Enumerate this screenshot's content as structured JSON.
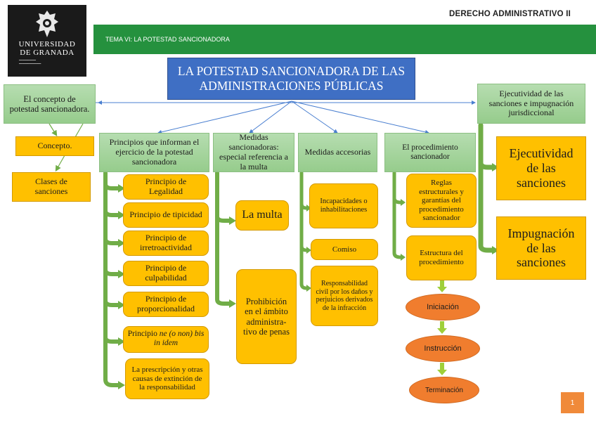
{
  "header": {
    "university_line1": "UNIVERSIDAD",
    "university_line2": "DE GRANADA",
    "course": "DERECHO ADMINISTRATIVO II",
    "topic": "TEMA VI: LA POTESTAD SANCIONADORA"
  },
  "title": "LA POTESTAD SANCIONADORA DE LAS ADMINISTRACIONES PÚBLICAS",
  "left": {
    "concept_header": "El concepto de potestad sancionadora.",
    "concepto": "Concepto.",
    "clases": "Clases de sanciones"
  },
  "principles": {
    "header": "Principios que informan el ejercicio de la potestad sancionadora",
    "items": [
      "Principio de Legalidad",
      "Principio de tipicidad",
      "Principio de irretroactividad",
      "Principio de culpabilidad",
      "Principio de proporcionalidad",
      "Principio",
      "ne (o non) bis in idem",
      "La prescripción y otras causas de extinción de la responsabilidad"
    ]
  },
  "medidas": {
    "header": "Medidas sancionadoras: especial referencia a la multa",
    "multa": "La multa",
    "prohibicion": "Prohibición en el ámbito administra-tivo de penas"
  },
  "accesorias": {
    "header": "Medidas accesorias",
    "items": [
      "Incapacidades o inhabilitaciones",
      "Comiso",
      "Responsabilidad civil por los daños y perjuicios derivados de la infracción"
    ]
  },
  "procedimiento": {
    "header": "El procedimiento sancionador",
    "reglas": "Reglas estructurales y garantías del procedimiento sancionador",
    "estructura": "Estructura del procedimiento",
    "fases": [
      "Iniciación",
      "Instrucción",
      "Terminación"
    ]
  },
  "ejecutividad": {
    "header": "Ejecutividad de las sanciones e impugnación jurisdiccional",
    "items": [
      "Ejecutividad de las sanciones",
      "Impugnación de las sanciones"
    ]
  },
  "footer": {
    "page_number": "1"
  },
  "colors": {
    "banner": "#25913e",
    "title": "#3f6fc4",
    "green_box": "#a8d5a0",
    "orange_box": "#ffc000",
    "phase": "#f07d2e",
    "arrow": "#70ad47",
    "line": "#4a7fd0"
  }
}
